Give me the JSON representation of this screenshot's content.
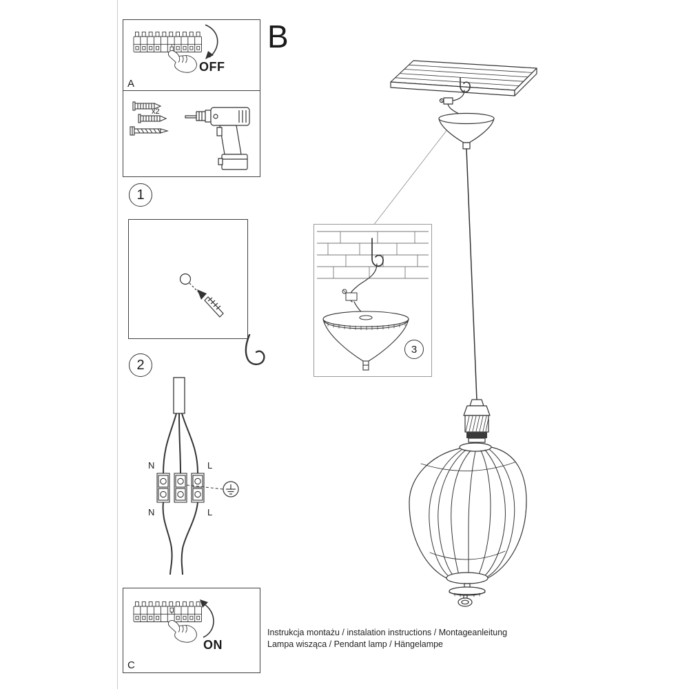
{
  "colors": {
    "ink": "#333333",
    "paper": "#ffffff"
  },
  "header": {
    "section_label": "B"
  },
  "steps": {
    "a": {
      "label": "A",
      "action": "OFF"
    },
    "c": {
      "label": "C",
      "action": "ON"
    },
    "n1": "1",
    "n2": "2",
    "n3": "3"
  },
  "tools": {
    "anchor_quantity": "x2"
  },
  "wiring": {
    "n_in": "N",
    "l_in": "L",
    "n_out": "N",
    "l_out": "L"
  },
  "footer": {
    "line1": "Instrukcja montażu / instalation instructions / Montageanleitung",
    "line2": "Lampa wisząca / Pendant lamp / Hängelampe"
  }
}
